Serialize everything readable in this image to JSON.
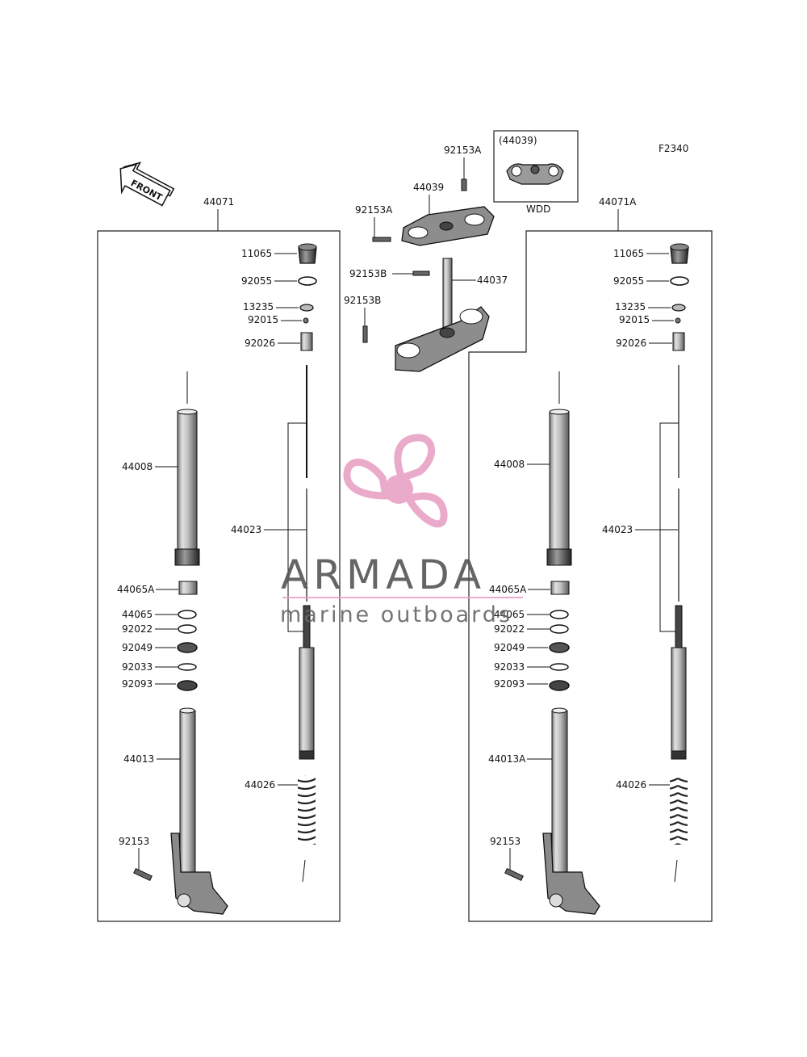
{
  "figure_code": "F2340",
  "front_label": "FRONT",
  "wdd_box": {
    "ref": "(44039)",
    "caption": "WDD"
  },
  "assemblies": {
    "left": "44071",
    "right": "44071A"
  },
  "top_parts": {
    "bolt_a_top": "92153A",
    "upper_clamp": "44039",
    "bolt_a_left": "92153A",
    "bolt_b_upper": "92153B",
    "stem": "44037",
    "bolt_b_lower": "92153B"
  },
  "left_labels": {
    "p11065": "11065",
    "p92055": "92055",
    "p13235": "13235",
    "p92015": "92015",
    "p92026": "92026",
    "p44008": "44008",
    "p44023": "44023",
    "p44065A": "44065A",
    "p44065": "44065",
    "p92022": "92022",
    "p92049": "92049",
    "p92033": "92033",
    "p92093": "92093",
    "p44013": "44013",
    "p44026": "44026",
    "p92153": "92153"
  },
  "right_labels": {
    "p11065": "11065",
    "p92055": "92055",
    "p13235": "13235",
    "p92015": "92015",
    "p92026": "92026",
    "p44008": "44008",
    "p44023": "44023",
    "p44065A": "44065A",
    "p44065": "44065",
    "p92022": "92022",
    "p92049": "92049",
    "p92033": "92033",
    "p92093": "92093",
    "p44013": "44013A",
    "p44026": "44026",
    "p92153": "92153"
  },
  "watermark": {
    "brand": "ARMADA",
    "tagline": "marine outboards",
    "accent_color": "#e8a3c6"
  }
}
